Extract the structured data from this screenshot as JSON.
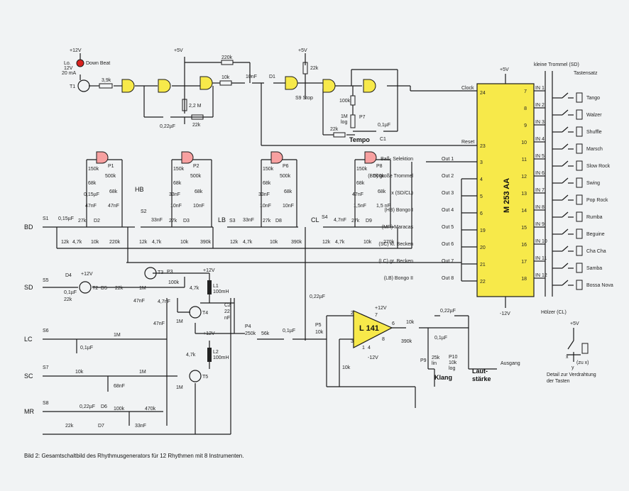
{
  "caption": "Bild 2: Gesamtschaltbild des Rhythmusgenerators für 12 Rhythmen mit 8 Instrumenten.",
  "chip": {
    "name": "M 253 AA",
    "supply_top": "+5V",
    "supply_bottom": "-12V",
    "pin_clock": "Clock",
    "pin_reset": "Reset",
    "clock_pin_no": "24",
    "reset_pin_no": "23",
    "outputs": [
      {
        "label": "Out 1",
        "pin": "3",
        "desc": "Baß- Selektion"
      },
      {
        "label": "Out 2",
        "pin": "4",
        "desc": "(BD) große Trommel"
      },
      {
        "label": "Out 3",
        "pin": "5",
        "desc": "x (SD/CL)"
      },
      {
        "label": "Out 4",
        "pin": "6",
        "desc": "(HB) Bongo I"
      },
      {
        "label": "Out 5",
        "pin": "19",
        "desc": "(MR) Maracas"
      },
      {
        "label": "Out 6",
        "pin": "20",
        "desc": "(SC) kl. Becken"
      },
      {
        "label": "Out 7",
        "pin": "21",
        "desc": "(LC) gr. Becken"
      },
      {
        "label": "Out 8",
        "pin": "22",
        "desc": "(LB) Bongo II"
      }
    ],
    "inputs": [
      {
        "label": "IN 1",
        "pin": "7"
      },
      {
        "label": "IN 2",
        "pin": "8"
      },
      {
        "label": "IN 3",
        "pin": "9"
      },
      {
        "label": "IN 4",
        "pin": "10"
      },
      {
        "label": "IN 5",
        "pin": "11"
      },
      {
        "label": "IN 6",
        "pin": "12"
      },
      {
        "label": "IN 7",
        "pin": "13"
      },
      {
        "label": "IN 8",
        "pin": "14"
      },
      {
        "label": "IN 9",
        "pin": "15"
      },
      {
        "label": "IN 10",
        "pin": "16"
      },
      {
        "label": "IN 11",
        "pin": "17"
      },
      {
        "label": "IN 12",
        "pin": "18"
      }
    ]
  },
  "rhythms": {
    "header_left": "kleine Trommel (SD)",
    "header_right": "Tastensatz",
    "footer": "Hölzer (CL)",
    "items": [
      "Tango",
      "Walzer",
      "Shuffle",
      "Marsch",
      "Slow Rock",
      "Swing",
      "Pop Rock",
      "Rumba",
      "Beguine",
      "Cha Cha",
      "Samba",
      "Bossa Nova"
    ]
  },
  "detail": {
    "supply": "+5V",
    "axis_x": "x",
    "axis_y": "y",
    "note": "(zu x)",
    "text": "Detail zur Verdrahtung der Tasten"
  },
  "instruments": [
    "BD",
    "SD",
    "LC",
    "SC",
    "MR"
  ],
  "oscillator": {
    "supply": "+12V",
    "led": "Down Beat",
    "led_note": [
      "Lo.",
      "12V",
      "20 mA"
    ],
    "t1": "T1",
    "r1": "3,9k",
    "r_fb": "220k",
    "r2": "10k",
    "c_out": "10nF",
    "diode": "D1",
    "c1": "0,22µF",
    "r3": "2,2 M",
    "r4": "22k",
    "supply2": "+5V",
    "r_stop": "22k",
    "stop": "S9 Stop",
    "pot": "P7",
    "pot_vals": [
      "1M",
      "log"
    ],
    "r_100k": "100k",
    "r_22k": "22k",
    "c2": "0,1µF",
    "c2_name": "C1",
    "tempo": "Tempo"
  },
  "filters": [
    {
      "r1": "150k",
      "pot": "P1",
      "pot_val": "500k",
      "r2": "68k",
      "c1": "0,15µF",
      "r3": "68k",
      "c2": "47nF",
      "c3": "47nF"
    },
    {
      "r1": "150k",
      "pot": "P2",
      "pot_val": "500k",
      "r2": "68k",
      "c1": "33nF",
      "r3": "68k",
      "c2": "10nF",
      "c3": "10nF"
    },
    {
      "r1": "150k",
      "pot": "P6",
      "pot_val": "500k",
      "r2": "68k",
      "c1": "33nF",
      "r3": "68k",
      "c2": "10nF",
      "c3": "10nF"
    },
    {
      "r1": "150k",
      "pot": "P8",
      "pot_val": "500k",
      "r2": "68k",
      "c1": "47nF",
      "r3": "68k",
      "c2": "1,5nF",
      "c3": "1,5 nF"
    }
  ],
  "trigger": {
    "bd": {
      "s": "S1",
      "c": "0,15µF",
      "r": "27k",
      "d": "D2",
      "r12": "12k",
      "r47": "4,7k",
      "r10": "10k",
      "r220": "220k"
    },
    "hb": {
      "label": "HB",
      "s": "S2",
      "c": "33nF",
      "r": "27k",
      "d": "D3",
      "r12": "12k",
      "r47": "4,7k",
      "r10": "10k",
      "r390": "390k"
    },
    "lb": {
      "label": "LB",
      "s": "S3",
      "c": "33nF",
      "r": "27k",
      "d": "D8",
      "r12": "12k",
      "r47": "4,7k",
      "r10": "10k",
      "r390": "390k"
    },
    "cl": {
      "label": "CL",
      "s": "S4",
      "c": "4,7nF",
      "r": "27k",
      "d": "D9",
      "r12": "12k",
      "r47": "4,7k",
      "r10": "10k",
      "r270": "270k"
    }
  },
  "noise": {
    "s5": "S5",
    "d4": "D4",
    "c": "0,1µF",
    "r22": "22k",
    "t2": "T2",
    "d5": "D5",
    "r22b": "22k",
    "r1m": "1M",
    "c47": "47nF",
    "t3": "T3",
    "p3": "P3",
    "p3v": "100k",
    "r47": "4,7k",
    "l1": "L1",
    "l1v": "100mH",
    "t4": "T4",
    "c2": "C2",
    "c2v": [
      "22",
      "nF"
    ],
    "r1mb": "1M",
    "c47b": "4,7nF",
    "r47nF": "47nF",
    "p4": "P4",
    "p4v": "250k",
    "r56": "56k",
    "c01": "0,1µF",
    "l2": "L2",
    "l2v": "100mH",
    "r47b": "4,7k",
    "t5": "T5",
    "r1mc": "1M",
    "supply": "+12V"
  },
  "lc": {
    "s": "S6",
    "r": "1M",
    "c": "0,1µF"
  },
  "sc": {
    "s": "S7",
    "r1": "10k",
    "r2": "1M",
    "c": "68nF"
  },
  "mr": {
    "s": "S8",
    "c": "0,22µF",
    "d6": "D6",
    "r100": "100k",
    "r470": "470k",
    "r22": "22k",
    "d7": "D7",
    "c33": "33nF"
  },
  "amp": {
    "name": "L 141",
    "supply_p": "+12V",
    "supply_n": "-12V",
    "p5": "P5",
    "p5v": "10k",
    "c_in": "0,22µF",
    "r10": "10k",
    "r390": "390k",
    "r_out": "10k",
    "c_fb": "0,22µF",
    "c2": "0,1µF",
    "p9": "P9",
    "p9v": [
      "25k",
      "lin"
    ],
    "p10": "P10",
    "p10v": [
      "10k",
      "log"
    ],
    "klang": "Klang",
    "laut": "Laut-",
    "staerke": "stärke",
    "ausgang": "Ausgang",
    "pins": [
      "2",
      "3",
      "6",
      "7",
      "4",
      "8",
      "1"
    ]
  }
}
